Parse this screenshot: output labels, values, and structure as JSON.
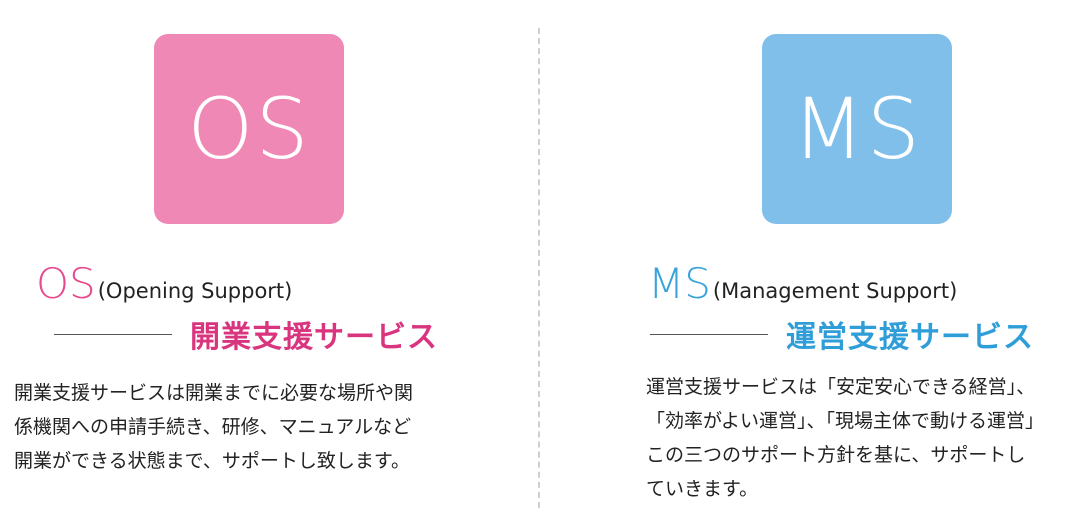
{
  "colors": {
    "os_tile": "#ef88b4",
    "ms_tile": "#80bfea",
    "os_accent": "#d9357f",
    "ms_accent": "#2f9ed8",
    "os_abbr": "#e84a8e",
    "ms_abbr": "#3aa3dc"
  },
  "os": {
    "tile_text": "OS",
    "abbr": "OS",
    "full_name": "(Opening Support)",
    "jp_title": "開業支援サービス",
    "desc_lines": [
      "開業支援サービスは開業までに必要な場所や関",
      "係機関への申請手続き、研修、マニュアルなど",
      "開業ができる状態まで、サポートし致します。"
    ]
  },
  "ms": {
    "tile_text": "MS",
    "abbr": "MS",
    "full_name": "(Management Support)",
    "jp_title": "運営支援サービス",
    "desc_lines": [
      "運営支援サービスは「安定安心できる経営」、",
      "「効率がよい運営」、「現場主体で動ける運営」",
      "この三つのサポート方針を基に、サポートし",
      "ていきます。"
    ]
  }
}
